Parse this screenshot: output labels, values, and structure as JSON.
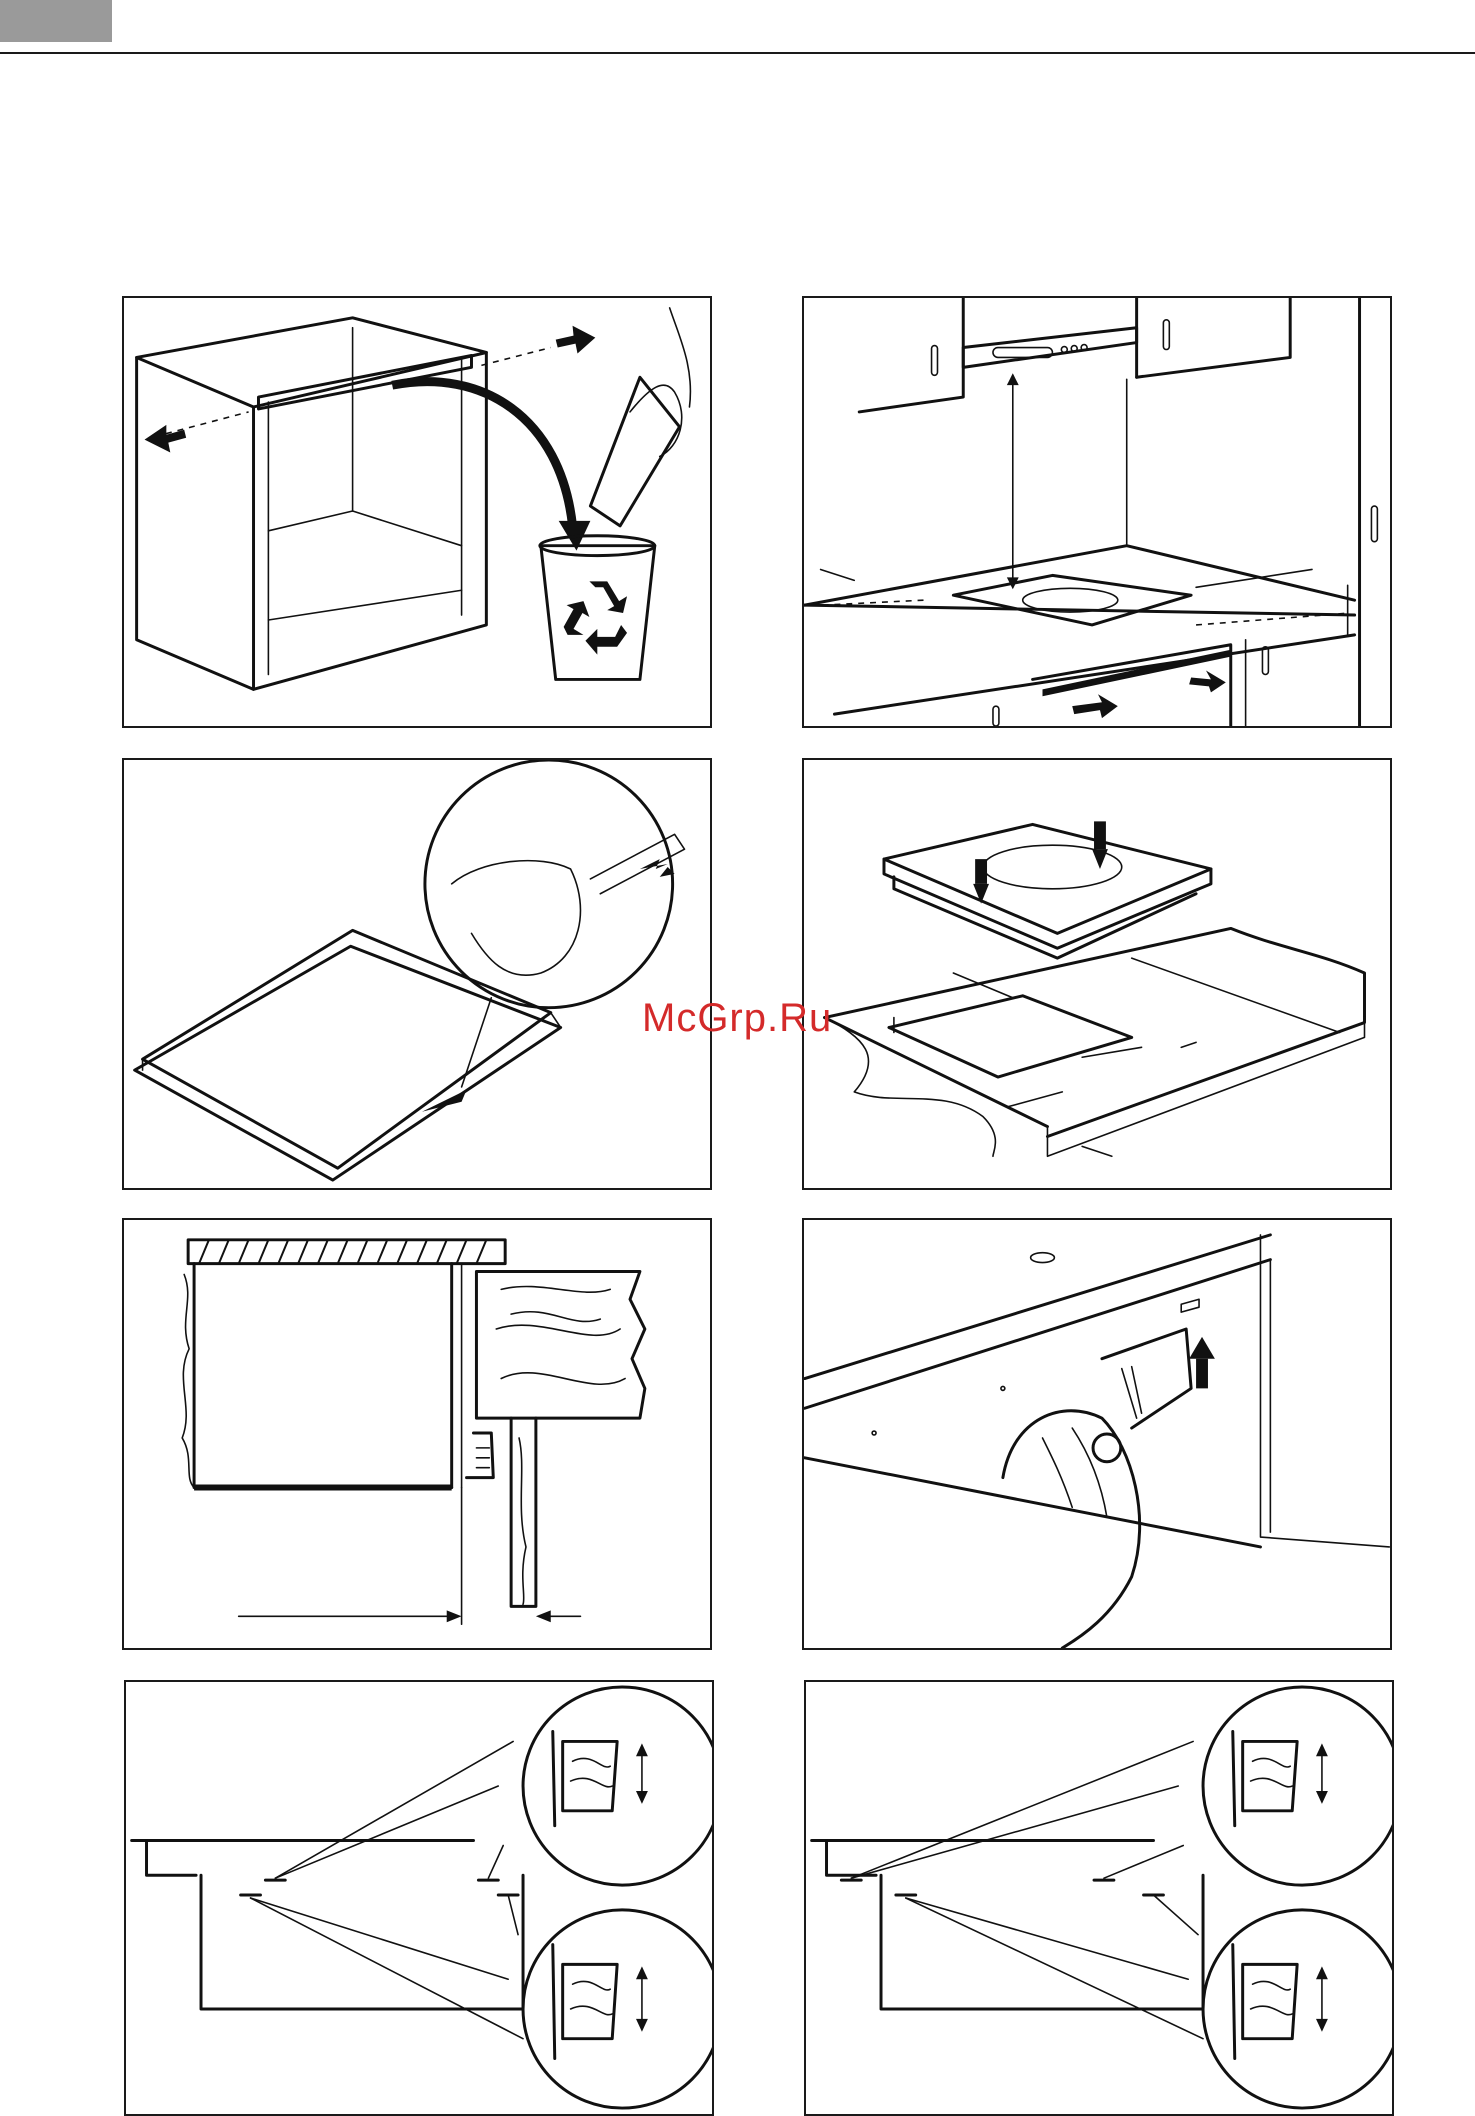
{
  "header": {
    "tab_color": "#9a9a9a",
    "rule_color": "#1a1a1a"
  },
  "watermark": {
    "text": "McGrp.Ru",
    "color": "#d42a2a"
  },
  "figures": [
    {
      "id": "fig-1",
      "icon": "recycle-icon"
    },
    {
      "id": "fig-2"
    },
    {
      "id": "fig-3"
    },
    {
      "id": "fig-4"
    },
    {
      "id": "fig-5"
    },
    {
      "id": "fig-6"
    },
    {
      "id": "fig-7"
    },
    {
      "id": "fig-8"
    }
  ]
}
